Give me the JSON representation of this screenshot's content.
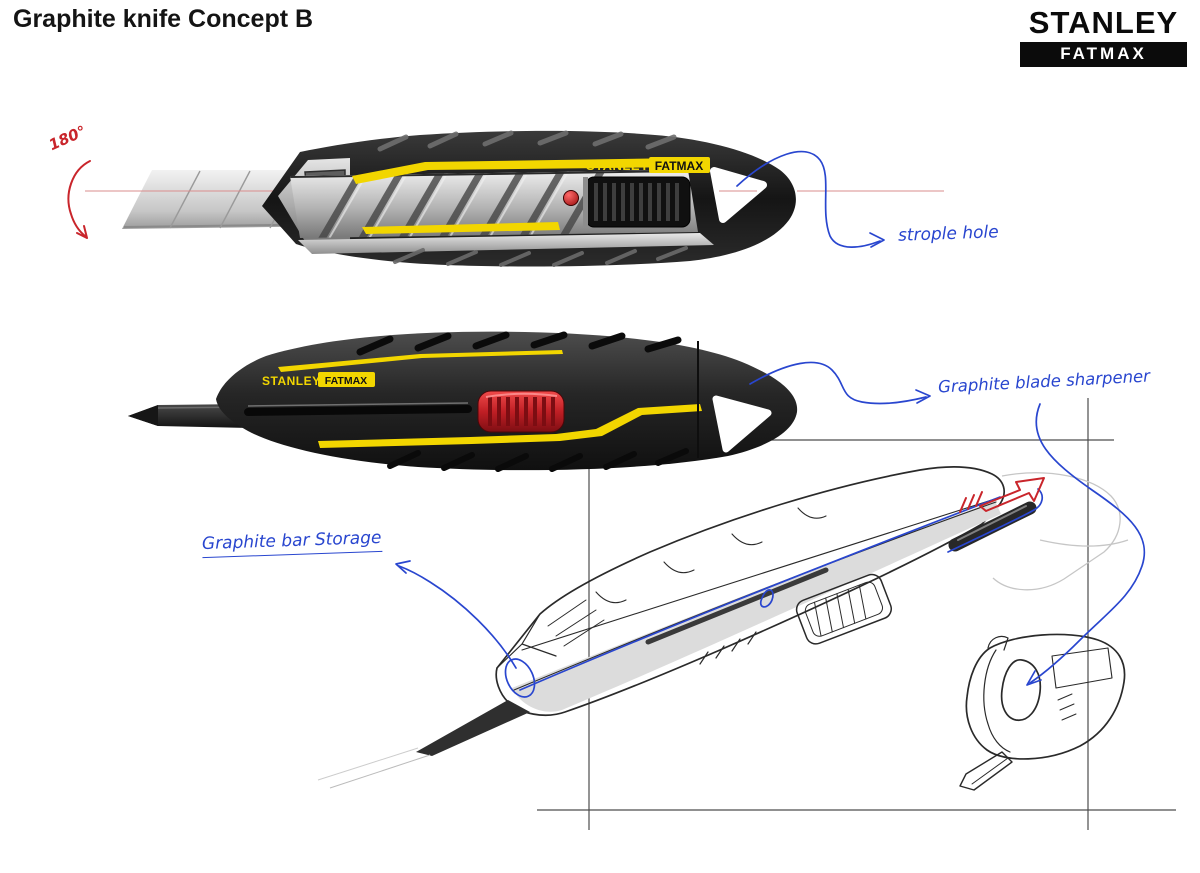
{
  "page": {
    "title": "Graphite knife Concept B",
    "background": "#ffffff"
  },
  "brand": {
    "stanley": "STANLEY",
    "fatmax": "FATMAX"
  },
  "product_labels": {
    "stanley": "STANLEY",
    "fatmax": "FATMAX"
  },
  "annotations": {
    "rotation": "180°",
    "strop_hole": "strople hole",
    "sharpener": "Graphite blade sharpener",
    "storage": "Graphite bar Storage"
  },
  "colors": {
    "ink-blue": "#2946cf",
    "ink-red": "#c9252b",
    "accent-yellow": "#f2d600",
    "slider-red": "#c4252c",
    "centerline-red": "#d98c8c",
    "frame-line": "#4d4d4d",
    "sketch-line": "#2a2a2a",
    "ghost-gray": "#c6c6c6",
    "body-dark": "#1d1d1d"
  }
}
